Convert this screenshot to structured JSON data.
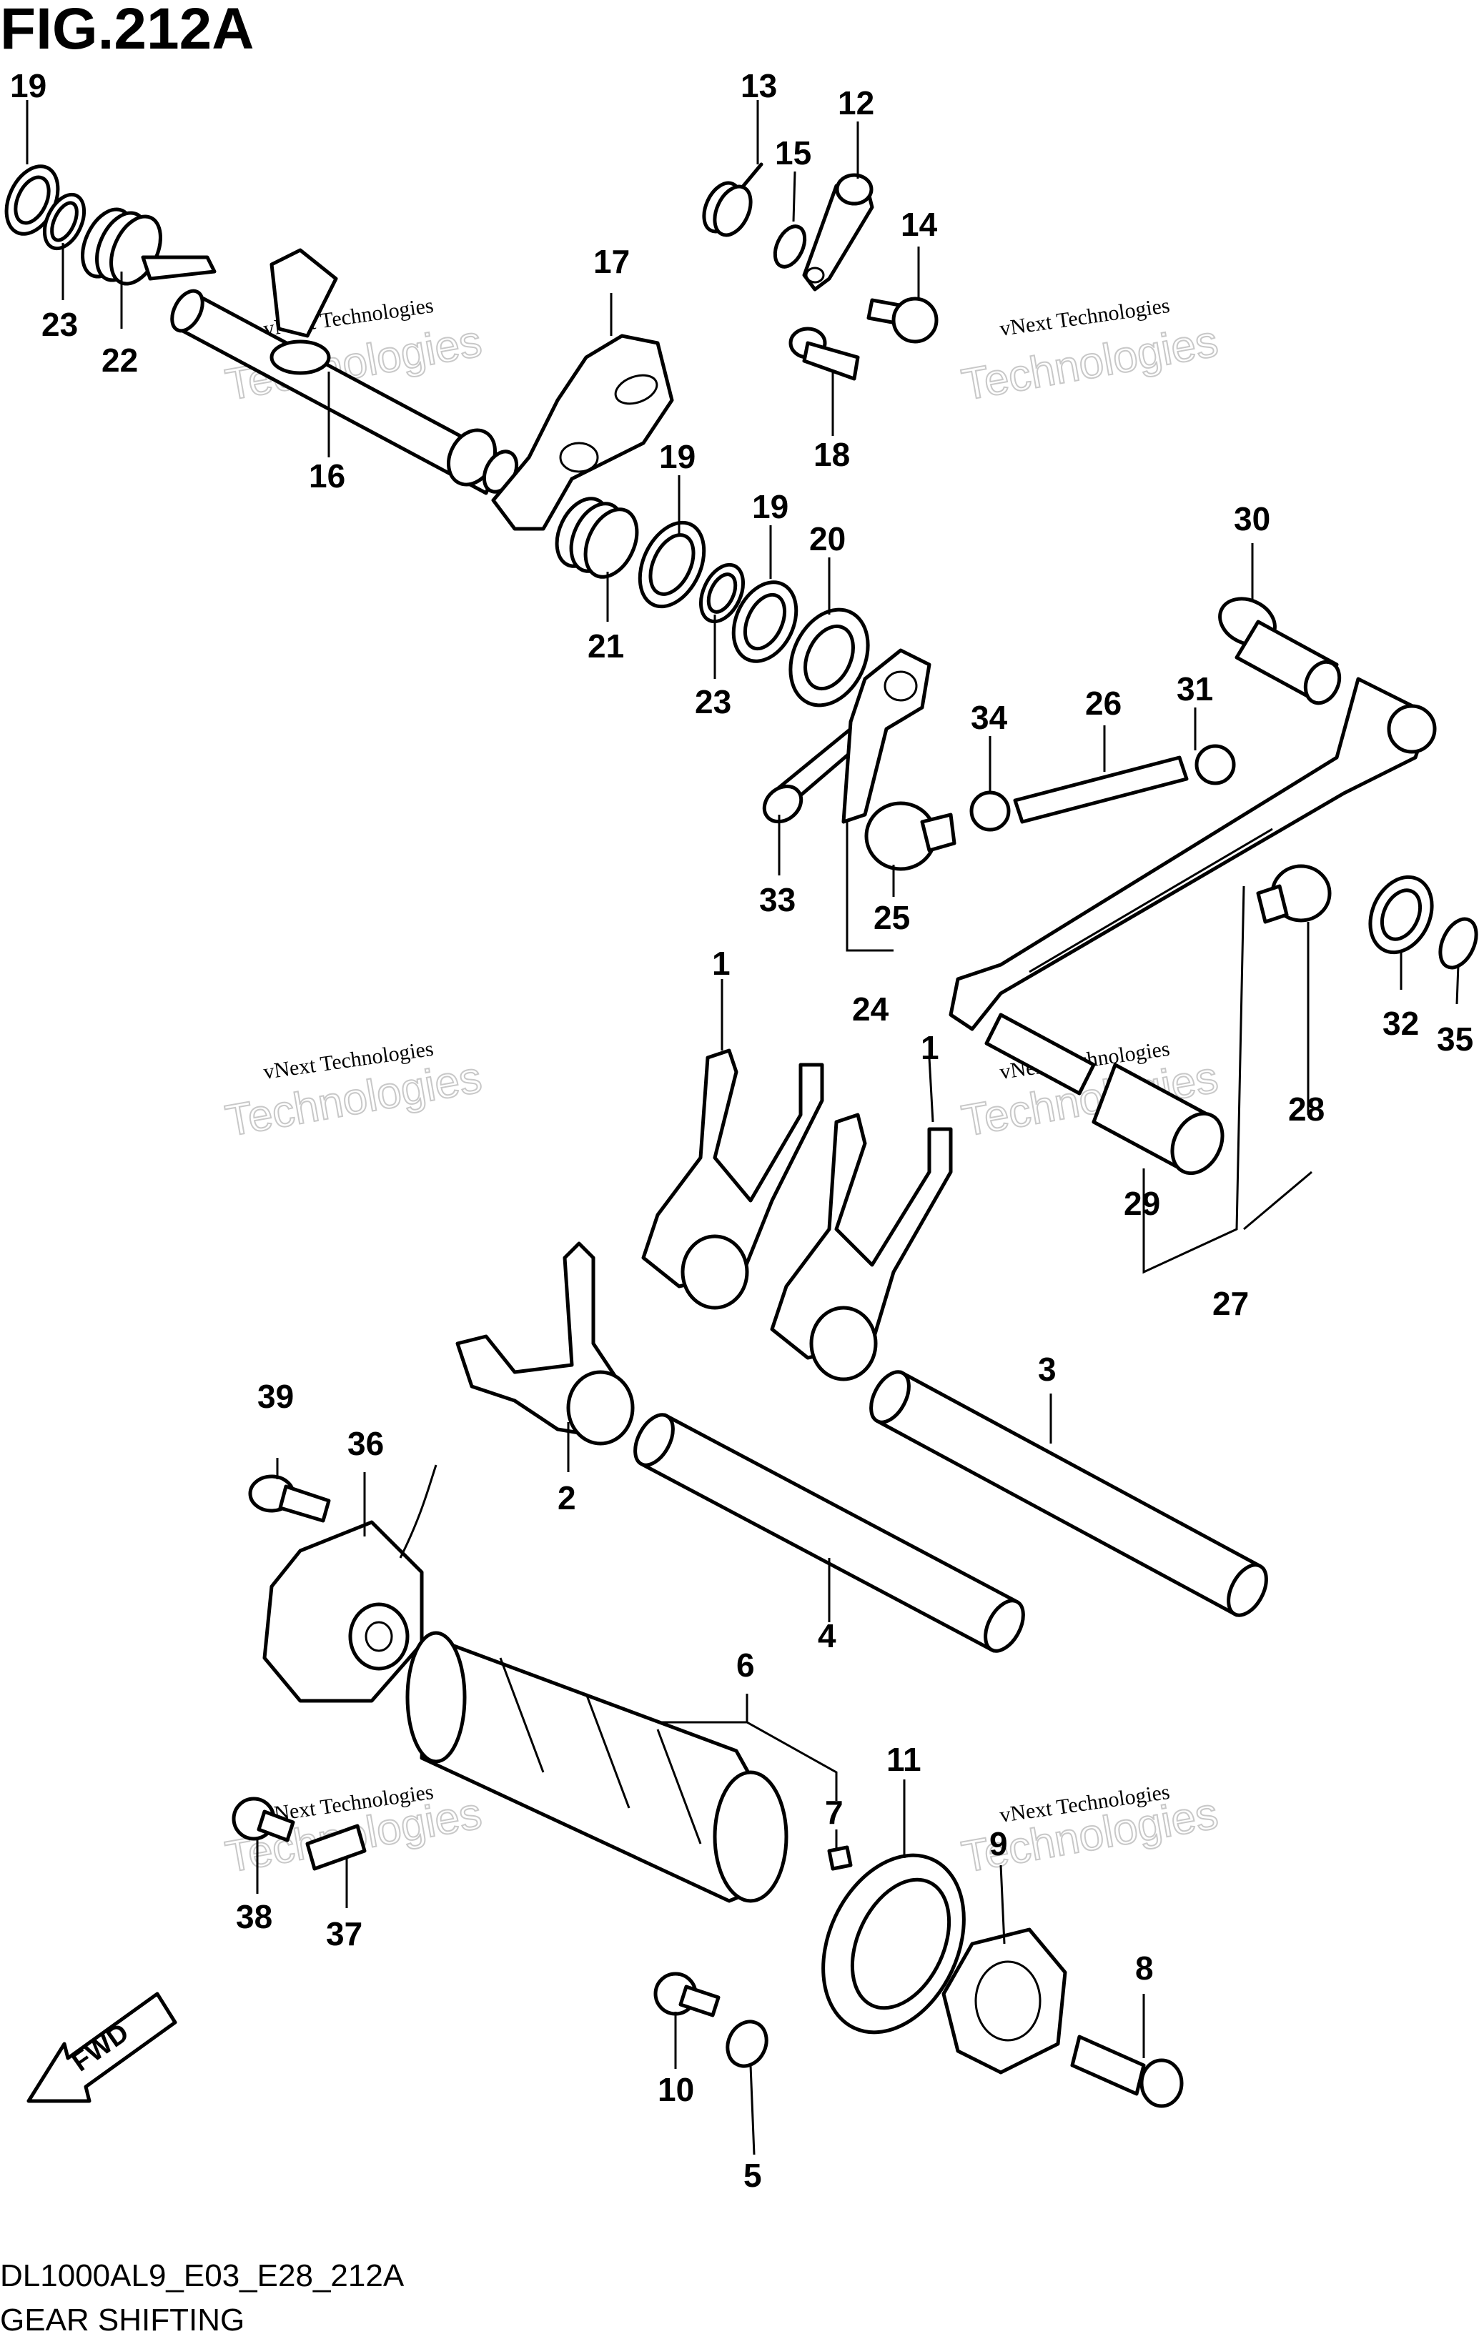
{
  "figure": {
    "title": "FIG.212A",
    "code": "DL1000AL9_E03_E28_212A",
    "caption": "GEAR SHIFTING"
  },
  "watermark": {
    "line1": "vNext Technologies",
    "line2": "Technologies"
  },
  "direction": {
    "label": "FWD"
  },
  "callouts": {
    "c1a": "1",
    "c1b": "1",
    "c2": "2",
    "c3": "3",
    "c4": "4",
    "c5": "5",
    "c6": "6",
    "c7": "7",
    "c8": "8",
    "c9": "9",
    "c10": "10",
    "c11": "11",
    "c12": "12",
    "c13": "13",
    "c14": "14",
    "c15": "15",
    "c16": "16",
    "c17": "17",
    "c18": "18",
    "c19a": "19",
    "c19b": "19",
    "c19c": "19",
    "c20": "20",
    "c21": "21",
    "c22": "22",
    "c23a": "23",
    "c23b": "23",
    "c24": "24",
    "c25": "25",
    "c26": "26",
    "c27": "27",
    "c28": "28",
    "c29": "29",
    "c30": "30",
    "c31": "31",
    "c32": "32",
    "c33": "33",
    "c34": "34",
    "c35": "35",
    "c36": "36",
    "c37": "37",
    "c38": "38",
    "c39": "39"
  },
  "colors": {
    "ink": "#000000",
    "paper": "#ffffff",
    "watermark_outline": "#c8c8c8"
  }
}
